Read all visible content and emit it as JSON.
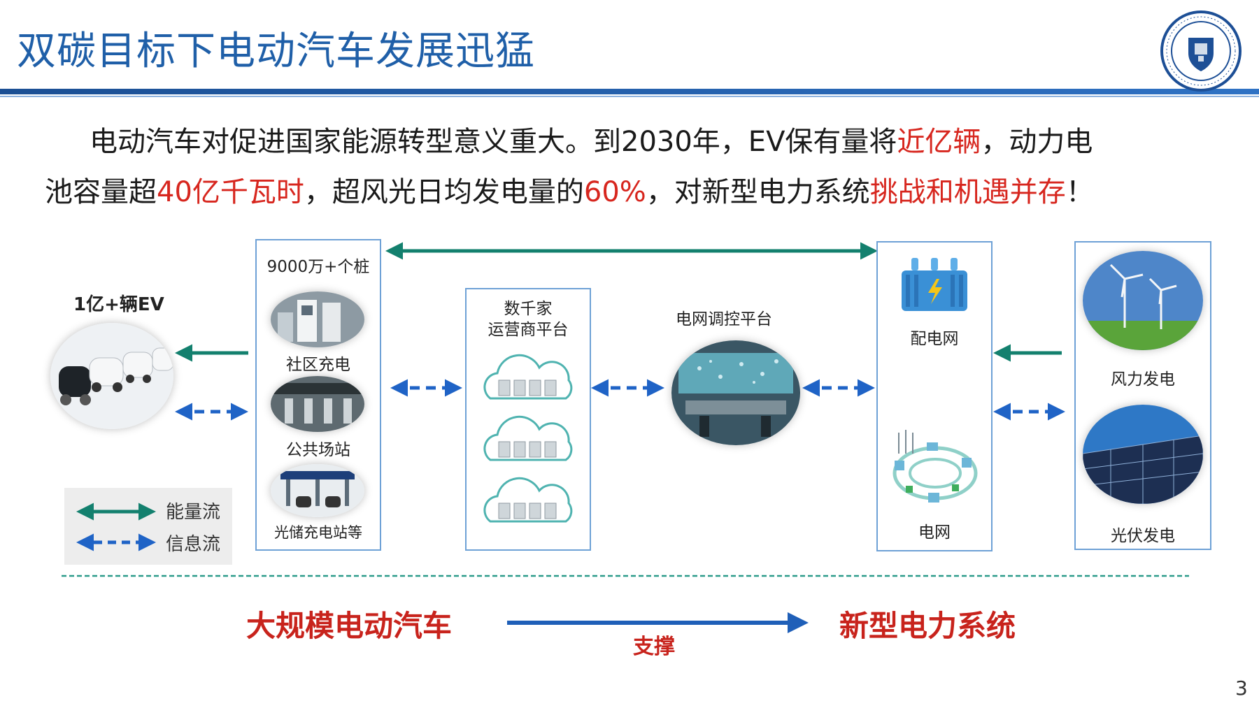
{
  "title": "双碳目标下电动汽车发展迅猛",
  "intro": {
    "line1_a": "电动汽车对促进国家能源转型意义重大。到2030年，EV保有量将",
    "line1_red": "近亿辆",
    "line1_b": "，动力电",
    "line2_a": "池容量超",
    "line2_red1": "40亿千瓦时",
    "line2_b": "，超风光日均发电量的",
    "line2_red2": "60%",
    "line2_c": "，对新型电力系统",
    "line2_red3": "挑战和机遇并存",
    "line2_d": "！"
  },
  "ev": {
    "label": "1亿+辆EV"
  },
  "charging": {
    "header": "9000万+个桩",
    "items": [
      "社区充电",
      "公共场站",
      "光储充电站等"
    ]
  },
  "operators": {
    "title_line1": "数千家",
    "title_line2": "运营商平台"
  },
  "grid_platform": {
    "label": "电网调控平台"
  },
  "grid": {
    "distribution": "配电网",
    "grid": "电网"
  },
  "renewables": {
    "wind": "风力发电",
    "solar": "光伏发电"
  },
  "legend": {
    "energy": "能量流",
    "info": "信息流"
  },
  "bottom": {
    "left": "大规模电动汽车",
    "support": "支撑",
    "right": "新型电力系统"
  },
  "page_number": "3",
  "colors": {
    "title_blue": "#1f5fa8",
    "energy_green": "#13806e",
    "info_blue": "#1f63c6",
    "accent_red": "#d7261e",
    "box_border": "#6ea1d6"
  }
}
